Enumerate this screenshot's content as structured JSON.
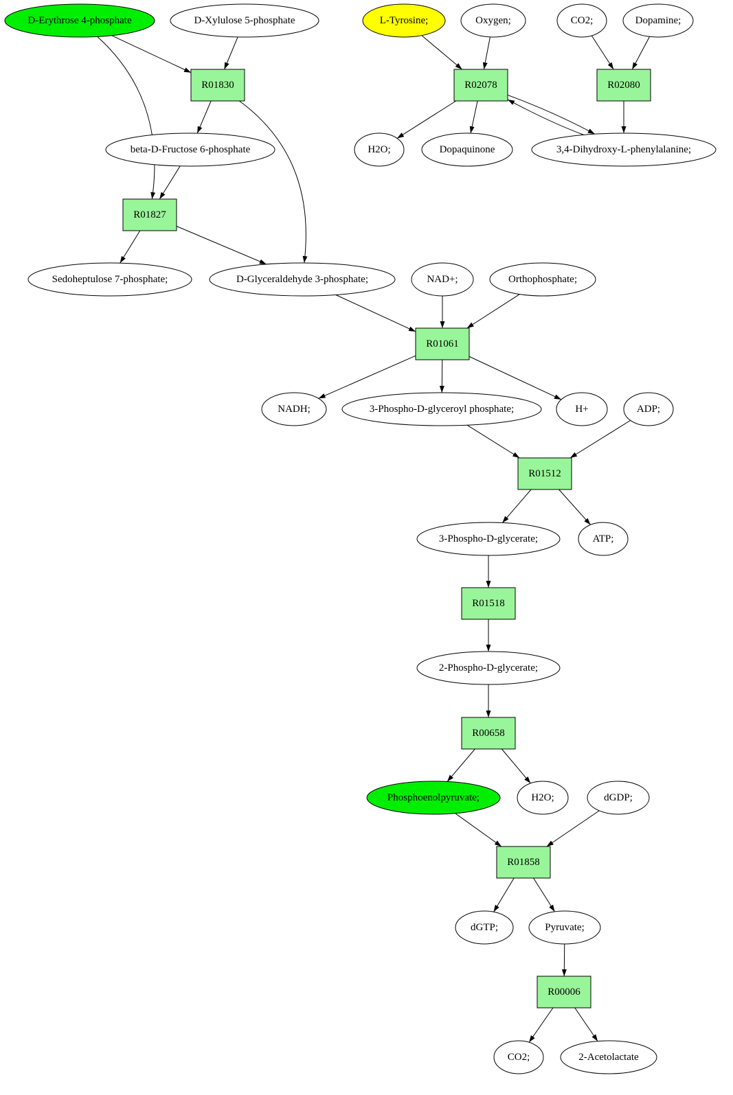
{
  "colors": {
    "reaction_fill": "#99f599",
    "highlight_green": "#00ee00",
    "highlight_yellow": "#ffff00",
    "node_fill": "#ffffff",
    "stroke": "#000000"
  },
  "compounds": {
    "erythrose4p": {
      "label": "D-Erythrose 4-phosphate",
      "fill": "highlight_green"
    },
    "xylulose5p": {
      "label": "D-Xylulose 5-phosphate"
    },
    "tyrosine": {
      "label": "L-Tyrosine;",
      "fill": "highlight_yellow"
    },
    "oxygen": {
      "label": "Oxygen;"
    },
    "co2_top": {
      "label": "CO2;"
    },
    "dopamine": {
      "label": "Dopamine;"
    },
    "fructose6p": {
      "label": "beta-D-Fructose 6-phosphate"
    },
    "h2o_top": {
      "label": "H2O;"
    },
    "dopaquinone": {
      "label": "Dopaquinone"
    },
    "dopa": {
      "label": "3,4-Dihydroxy-L-phenylalanine;"
    },
    "sedoheptulose7p": {
      "label": "Sedoheptulose 7-phosphate;"
    },
    "gap": {
      "label": "D-Glyceraldehyde 3-phosphate;"
    },
    "nad": {
      "label": "NAD+;"
    },
    "orthophosphate": {
      "label": "Orthophosphate;"
    },
    "nadh": {
      "label": "NADH;"
    },
    "bpg": {
      "label": "3-Phospho-D-glyceroyl phosphate;"
    },
    "hplus": {
      "label": "H+"
    },
    "adp": {
      "label": "ADP;"
    },
    "pg3": {
      "label": "3-Phospho-D-glycerate;"
    },
    "atp": {
      "label": "ATP;"
    },
    "pg2": {
      "label": "2-Phospho-D-glycerate;"
    },
    "pep": {
      "label": "Phosphoenolpyruvate;",
      "fill": "highlight_green"
    },
    "h2o_mid": {
      "label": "H2O;"
    },
    "dgdp": {
      "label": "dGDP;"
    },
    "dgtp": {
      "label": "dGTP;"
    },
    "pyruvate": {
      "label": "Pyruvate;"
    },
    "co2_bottom": {
      "label": "CO2;"
    },
    "acetolactate": {
      "label": "2-Acetolactate"
    }
  },
  "reactions": {
    "R01830": {
      "label": "R01830"
    },
    "R02078": {
      "label": "R02078"
    },
    "R02080": {
      "label": "R02080"
    },
    "R01827": {
      "label": "R01827"
    },
    "R01061": {
      "label": "R01061"
    },
    "R01512": {
      "label": "R01512"
    },
    "R01518": {
      "label": "R01518"
    },
    "R00658": {
      "label": "R00658"
    },
    "R01858": {
      "label": "R01858"
    },
    "R00006": {
      "label": "R00006"
    }
  },
  "edges": [
    {
      "from": "erythrose4p",
      "to": "R01830"
    },
    {
      "from": "xylulose5p",
      "to": "R01830"
    },
    {
      "from": "erythrose4p",
      "to": "R01827"
    },
    {
      "from": "R01830",
      "to": "fructose6p"
    },
    {
      "from": "R01830",
      "to": "gap"
    },
    {
      "from": "fructose6p",
      "to": "R01827"
    },
    {
      "from": "R01827",
      "to": "sedoheptulose7p"
    },
    {
      "from": "R01827",
      "to": "gap"
    },
    {
      "from": "tyrosine",
      "to": "R02078"
    },
    {
      "from": "oxygen",
      "to": "R02078"
    },
    {
      "from": "R02078",
      "to": "h2o_top"
    },
    {
      "from": "R02078",
      "to": "dopaquinone"
    },
    {
      "from": "R02078",
      "to": "dopa"
    },
    {
      "from": "dopa",
      "to": "R02078"
    },
    {
      "from": "co2_top",
      "to": "R02080"
    },
    {
      "from": "dopamine",
      "to": "R02080"
    },
    {
      "from": "R02080",
      "to": "dopa"
    },
    {
      "from": "gap",
      "to": "R01061"
    },
    {
      "from": "nad",
      "to": "R01061"
    },
    {
      "from": "orthophosphate",
      "to": "R01061"
    },
    {
      "from": "R01061",
      "to": "nadh"
    },
    {
      "from": "R01061",
      "to": "bpg"
    },
    {
      "from": "R01061",
      "to": "hplus"
    },
    {
      "from": "bpg",
      "to": "R01512"
    },
    {
      "from": "adp",
      "to": "R01512"
    },
    {
      "from": "R01512",
      "to": "pg3"
    },
    {
      "from": "R01512",
      "to": "atp"
    },
    {
      "from": "pg3",
      "to": "R01518"
    },
    {
      "from": "R01518",
      "to": "pg2"
    },
    {
      "from": "pg2",
      "to": "R00658"
    },
    {
      "from": "R00658",
      "to": "pep"
    },
    {
      "from": "R00658",
      "to": "h2o_mid"
    },
    {
      "from": "pep",
      "to": "R01858"
    },
    {
      "from": "dgdp",
      "to": "R01858"
    },
    {
      "from": "R01858",
      "to": "dgtp"
    },
    {
      "from": "R01858",
      "to": "pyruvate"
    },
    {
      "from": "pyruvate",
      "to": "R00006"
    },
    {
      "from": "R00006",
      "to": "co2_bottom"
    },
    {
      "from": "R00006",
      "to": "acetolactate"
    }
  ]
}
